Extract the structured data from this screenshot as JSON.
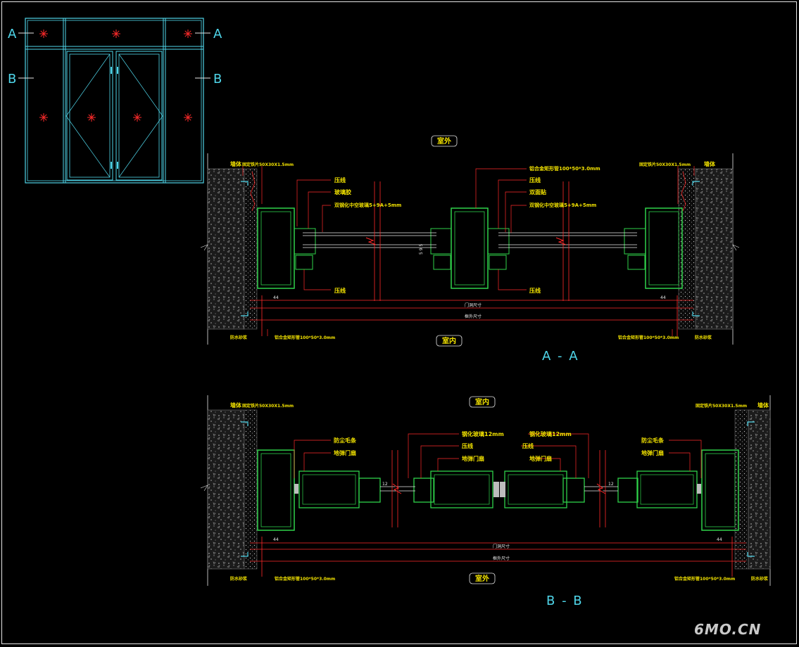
{
  "elevation": {
    "section_marks": [
      {
        "id": "A-left",
        "letter": "A"
      },
      {
        "id": "A-right",
        "letter": "A"
      },
      {
        "id": "B-left",
        "letter": "B"
      },
      {
        "id": "B-right",
        "letter": "B"
      }
    ]
  },
  "section_aa": {
    "title": "A - A",
    "top_tag": "室外",
    "bottom_tag": "室内",
    "labels": {
      "fix_left": "固定铁片50X30X1.5mm",
      "fix_right": "固定铁片50X30X1.5mm",
      "wall_left": "墙体",
      "wall_right": "墙体",
      "press_line_top": "压线",
      "glass_glue": "玻璃胶",
      "double_glass_left": "双钢化中空玻璃5+9A+5mm",
      "alu_tube": "铝合金矩形管100*50*3.0mm",
      "press_line_mid": "压线",
      "double_tape": "双面贴",
      "double_glass_right": "双钢化中空玻璃5+9A+5mm",
      "press_line_bottom_left": "压线",
      "press_line_bottom_right": "压线",
      "seal_left": "防水砂浆",
      "seal_right": "防水砂浆",
      "alu_bottom_left": "铝合金矩形管100*50*3.0mm",
      "alu_bottom_right": "铝合金矩形管100*50*3.0mm",
      "dim_door": "门洞尺寸",
      "dim_frame": "框外尺寸",
      "dim_44_left": "44",
      "dim_44_right": "44",
      "glass_dims": "5 9 5"
    }
  },
  "section_bb": {
    "title": "B - B",
    "top_tag": "室内",
    "bottom_tag": "室外",
    "labels": {
      "fix_left": "固定铁片50X30X1.5mm",
      "fix_right": "固定铁片50X30X1.5mm",
      "wall_left": "墙体",
      "wall_right": "墙体",
      "brush_left": "防尘毛条",
      "door_leaf_left": "地弹门扇",
      "glass_left": "钢化玻璃12mm",
      "press_left": "压线",
      "leaf_mid_left": "地弹门扇",
      "glass_right": "钢化玻璃12mm",
      "press_right": "压线",
      "leaf_mid_right": "地弹门扇",
      "brush_right": "防尘毛条",
      "door_leaf_right": "地弹门扇",
      "seal_left": "防水砂浆",
      "seal_right": "防水砂浆",
      "alu_bottom_left": "铝合金矩形管100*50*3.0mm",
      "alu_bottom_right": "铝合金矩形管100*50*3.0mm",
      "dim_door": "门洞尺寸",
      "dim_frame": "框外尺寸",
      "dim_44_left": "44",
      "dim_44_right": "44",
      "glass_12_left": "12",
      "glass_12_right": "12"
    }
  },
  "watermark": "6MO.CN",
  "colors": {
    "background": "#000000",
    "frame_cyan": "#4fd6ea",
    "profile_green": "#2fd24a",
    "leader_red": "#ff2a2a",
    "label_yellow": "#f2e200",
    "wall_gray": "#7a7a7a"
  }
}
